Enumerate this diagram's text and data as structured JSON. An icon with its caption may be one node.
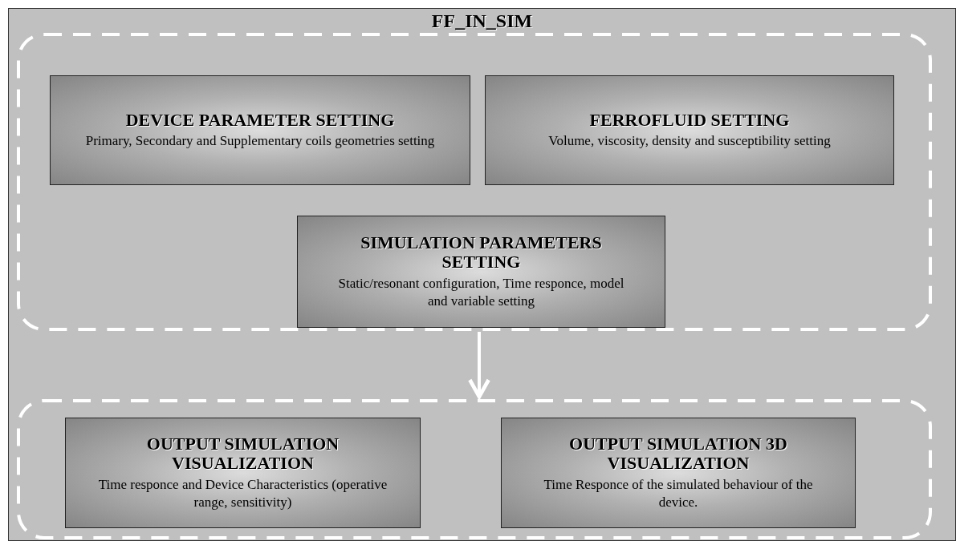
{
  "diagram": {
    "nodes": [
      {
        "text": [
          "FF_IN_SIM"
        ]
      },
      {
        "text": [],
        "shape": "box",
        "in": 0
      },
      {
        "text": [
          "DEVICE PARAMETER SETTING",
          "Primary, Secondary and Supplementary coils geometries setting"
        ],
        "in": 1
      },
      {
        "text": [
          "FERROFLUID SETTING",
          "Volume, viscosity, density and susceptibility  setting"
        ],
        "in": 1
      },
      {
        "text": [
          "SIMULATION PARAMETERS SETTING",
          "Static/resonant configuration, Time responce, model and variable setting"
        ],
        "in": 1
      },
      {
        "text": [],
        "shape": "box",
        "in": 0
      },
      {
        "text": [
          "OUTPUT SIMULATION VISUALIZATION",
          "Time responce and Device Characteristics (operative range, sensitivity)"
        ],
        "in": 5
      },
      {
        "text": [
          "OUTPUT SIMULATION 3D VISUALIZATION",
          "Time Responce of the simulated behaviour of the device."
        ],
        "in": 5
      }
    ],
    "edges": [
      {
        "from": 1,
        "to": 5,
        "arrow": "to"
      }
    ]
  }
}
